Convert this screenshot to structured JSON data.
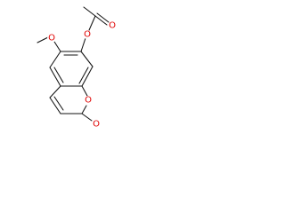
{
  "molecule": {
    "atoms": {
      "ester_oxygen": "O",
      "carbonyl_oxygen": "O",
      "methoxy_oxygen": "O",
      "ring_oxygen": "O",
      "lactone_carbonyl_oxygen": "O"
    },
    "colors": {
      "bond": "#111111",
      "heteroatom": "#e00000",
      "background": "#ffffff"
    }
  }
}
